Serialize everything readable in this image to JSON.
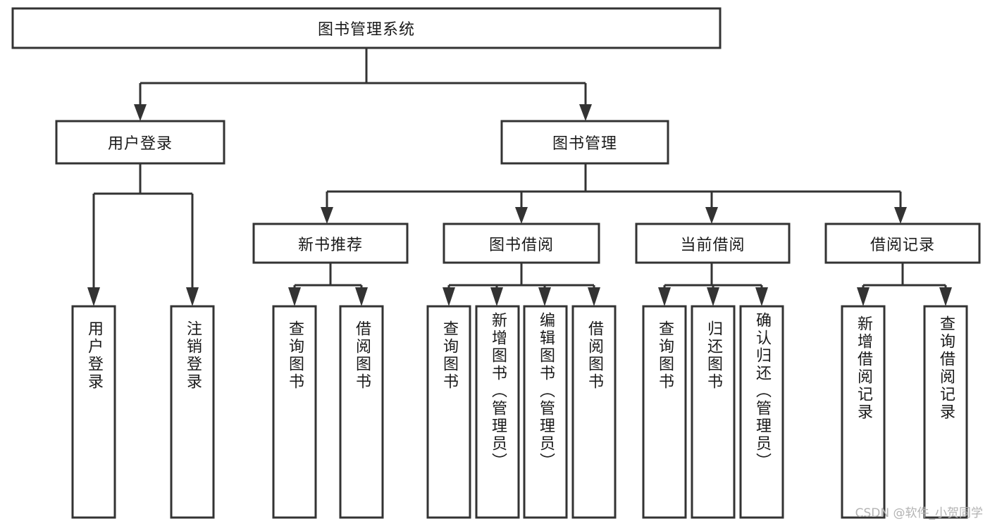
{
  "diagram": {
    "type": "tree-hierarchy",
    "title": "图书管理系统",
    "watermark": "CSDN @软件_小贺同学",
    "colors": {
      "box_fill": "#ffffff",
      "box_stroke": "#333333",
      "text": "#1a1a1a",
      "watermark": "#b3b3b3",
      "background": "#ffffff"
    },
    "root": {
      "id": "root",
      "label": "图书管理系统",
      "orientation": "horizontal"
    },
    "level1": [
      {
        "id": "user-login",
        "label": "用户登录",
        "orientation": "horizontal"
      },
      {
        "id": "book-management",
        "label": "图书管理",
        "orientation": "horizontal"
      }
    ],
    "level2": [
      {
        "id": "new-book-recommend",
        "label": "新书推荐",
        "orientation": "horizontal",
        "parent": "book-management"
      },
      {
        "id": "book-borrow",
        "label": "图书借阅",
        "orientation": "horizontal",
        "parent": "book-management"
      },
      {
        "id": "current-borrow",
        "label": "当前借阅",
        "orientation": "horizontal",
        "parent": "book-management"
      },
      {
        "id": "borrow-record",
        "label": "借阅记录",
        "orientation": "horizontal",
        "parent": "book-management"
      }
    ],
    "leaves": [
      {
        "id": "leaf-user-login",
        "label": "用户登录",
        "orientation": "vertical",
        "parent": "user-login"
      },
      {
        "id": "leaf-logout",
        "label": "注销登录",
        "orientation": "vertical",
        "parent": "user-login"
      },
      {
        "id": "leaf-query-book-1",
        "label": "查询图书",
        "orientation": "vertical",
        "parent": "new-book-recommend"
      },
      {
        "id": "leaf-borrow-book-1",
        "label": "借阅图书",
        "orientation": "vertical",
        "parent": "new-book-recommend"
      },
      {
        "id": "leaf-query-book-2",
        "label": "查询图书",
        "orientation": "vertical",
        "parent": "book-borrow"
      },
      {
        "id": "leaf-add-book",
        "label": "新增图书（管理员）",
        "orientation": "vertical",
        "parent": "book-borrow"
      },
      {
        "id": "leaf-edit-book",
        "label": "编辑图书（管理员）",
        "orientation": "vertical",
        "parent": "book-borrow"
      },
      {
        "id": "leaf-borrow-book-2",
        "label": "借阅图书",
        "orientation": "vertical",
        "parent": "book-borrow"
      },
      {
        "id": "leaf-query-book-3",
        "label": "查询图书",
        "orientation": "vertical",
        "parent": "current-borrow"
      },
      {
        "id": "leaf-return-book",
        "label": "归还图书",
        "orientation": "vertical",
        "parent": "current-borrow"
      },
      {
        "id": "leaf-confirm-return",
        "label": "确认归还（管理员）",
        "orientation": "vertical",
        "parent": "current-borrow"
      },
      {
        "id": "leaf-add-record",
        "label": "新增借阅记录",
        "orientation": "vertical",
        "parent": "borrow-record"
      },
      {
        "id": "leaf-query-record",
        "label": "查询借阅记录",
        "orientation": "vertical",
        "parent": "borrow-record"
      }
    ]
  }
}
